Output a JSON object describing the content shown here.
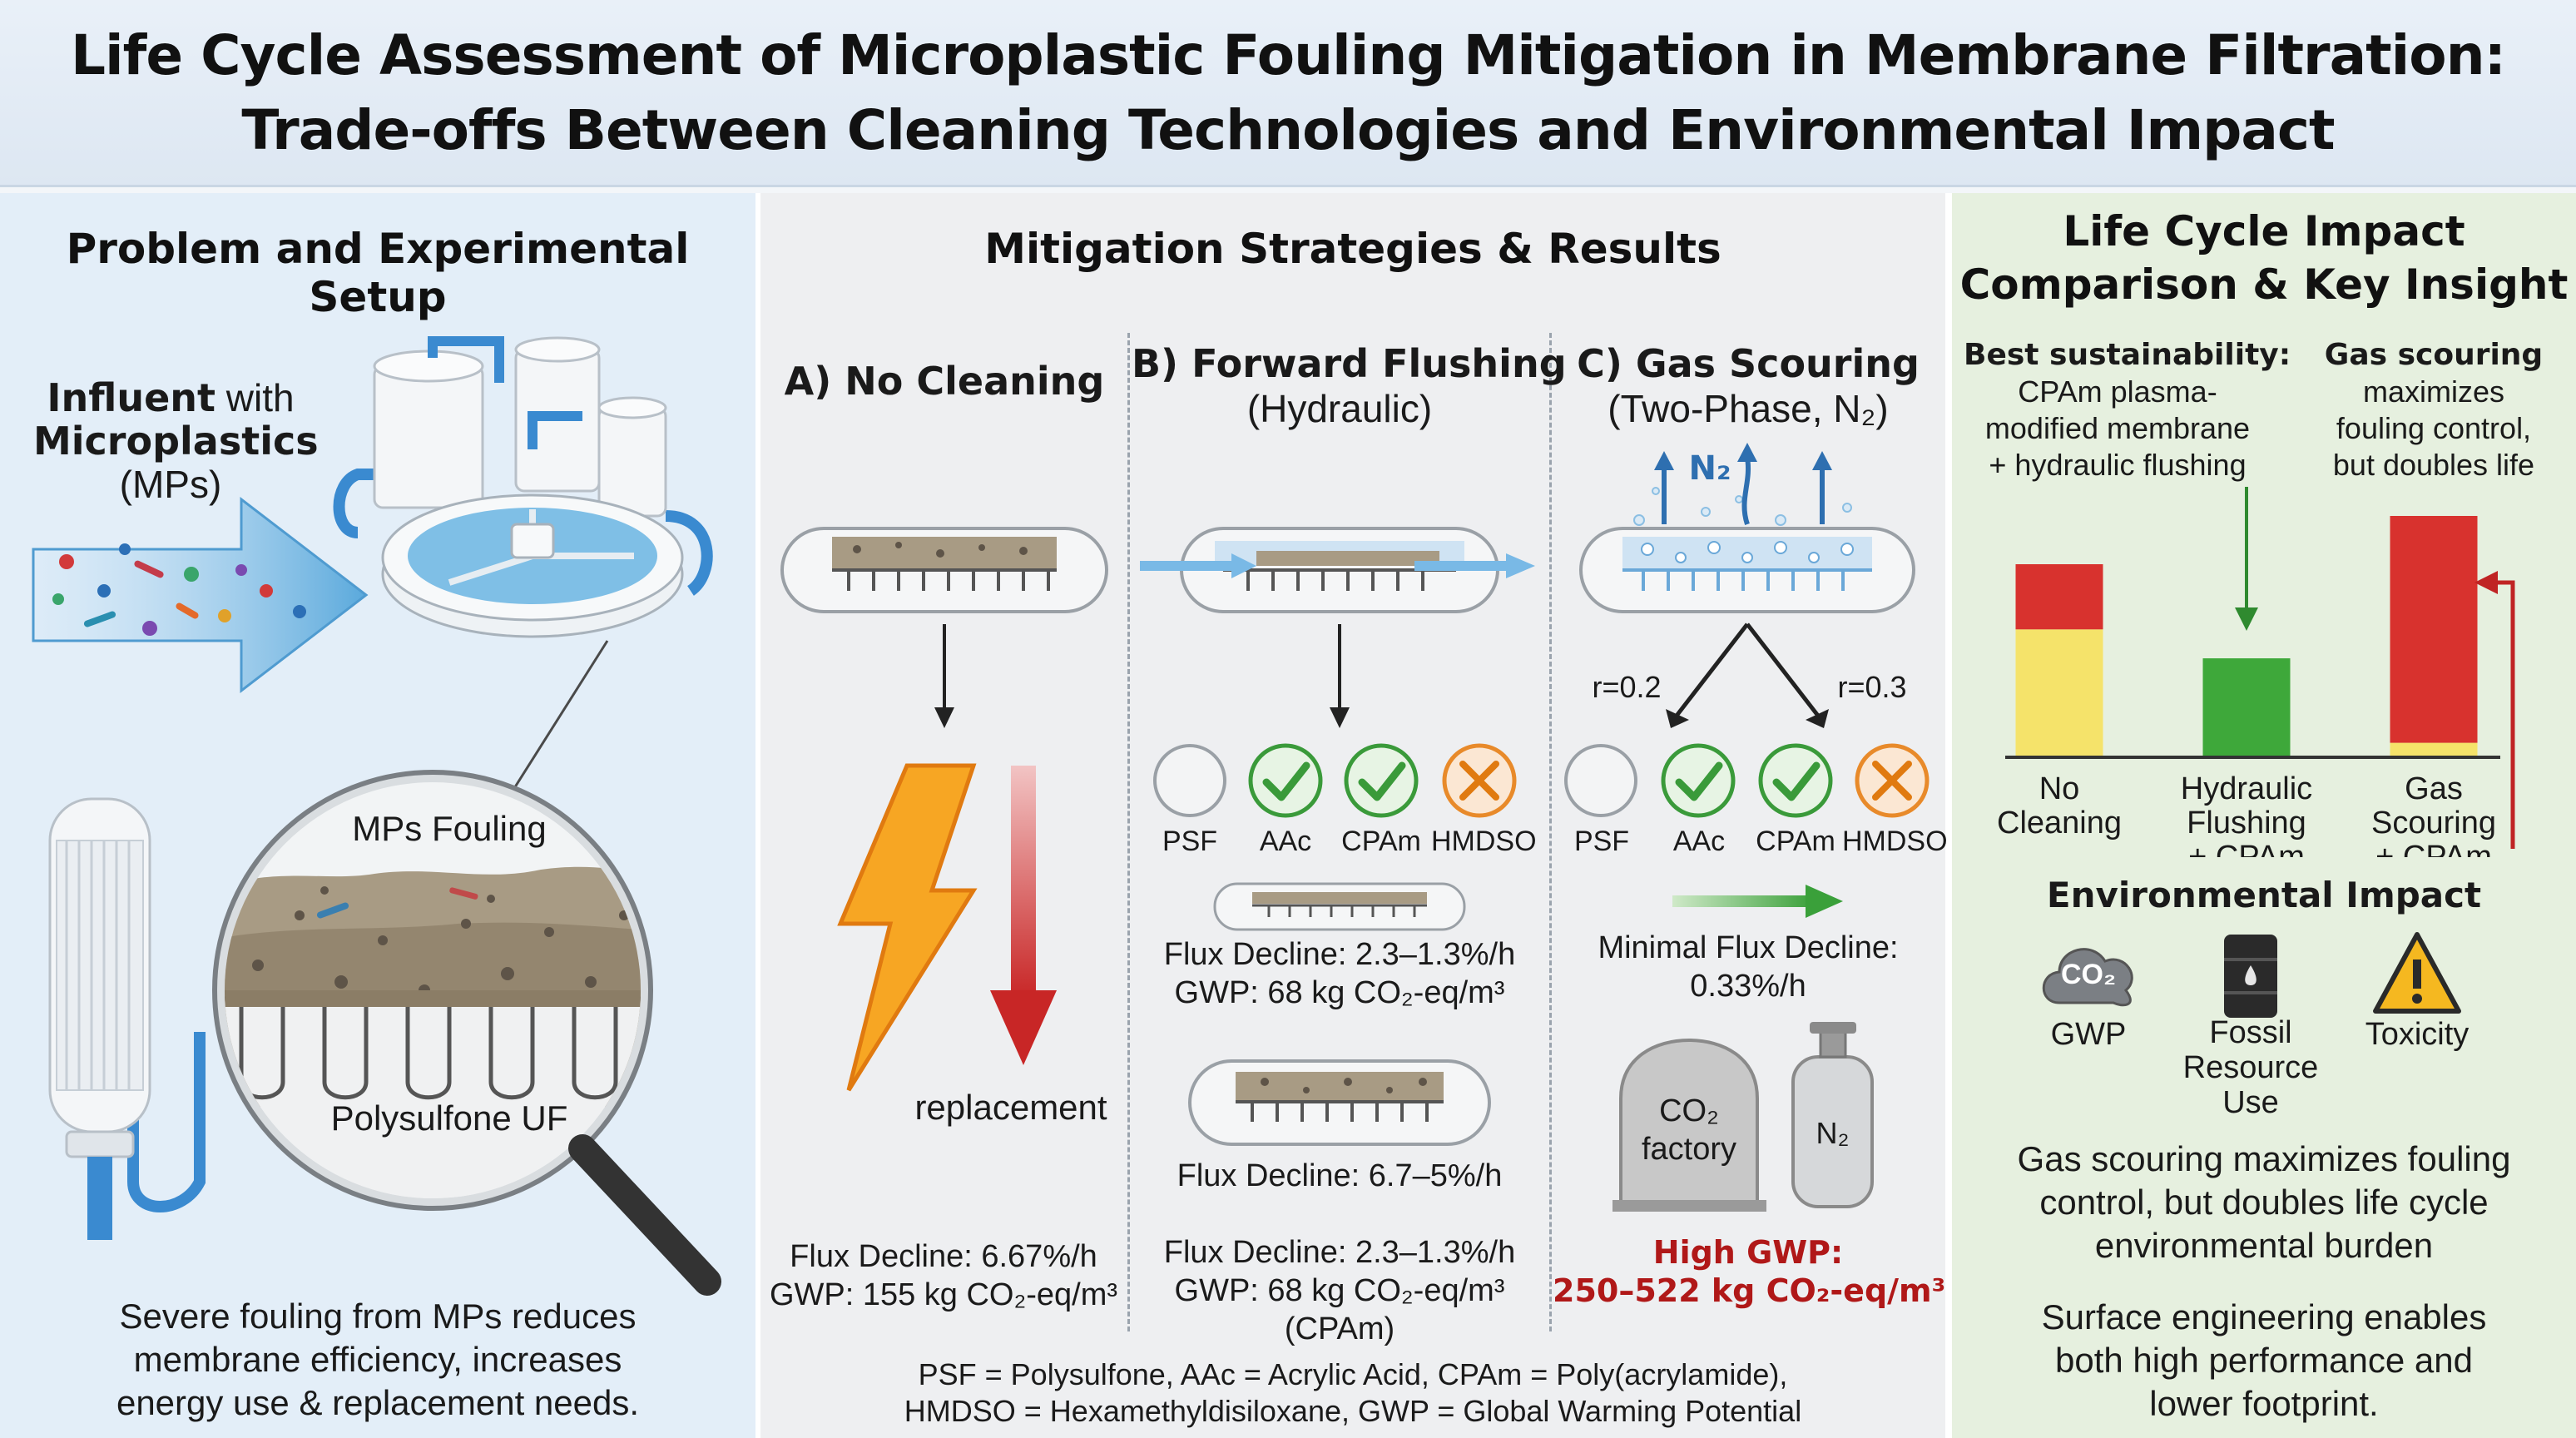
{
  "title": {
    "line1": "Life Cycle Assessment of Microplastic Fouling Mitigation in Membrane Filtration:",
    "line2": "Trade-offs Between Cleaning Technologies and Environmental Impact"
  },
  "left": {
    "heading": "Problem and Experimental Setup",
    "influent_bold1": "Influent",
    "influent_rest1": " with",
    "influent_bold2": "Microplastics",
    "influent_line3": "(MPs)",
    "fouling_label": "MPs Fouling",
    "membrane_label": "Polysulfone UF",
    "summary_l1": "Severe fouling from MPs reduces",
    "summary_l2": "membrane efficiency, increases",
    "summary_l3": "energy use & replacement needs."
  },
  "mid": {
    "heading": "Mitigation Strategies & Results",
    "a_title": "A) No Cleaning",
    "a_replacement": "replacement",
    "a_flux": "Flux Decline: 6.67%/h",
    "a_gwp": "GWP: 155 kg CO₂-eq/m³",
    "b_title": "B) Forward Flushing",
    "b_sub": "(Hydraulic)",
    "b_flux1": "Flux Decline: 2.3–1.3%/h",
    "b_gwp1": "GWP: 68 kg CO₂-eq/m³",
    "b_flux2": "Flux Decline: 6.7–5%/h",
    "b_flux3": "Flux Decline: 2.3–1.3%/h",
    "b_gwp3": "GWP: 68 kg CO₂-eq/m³",
    "b_cpam": "(CPAm)",
    "c_title": "C) Gas Scouring",
    "c_sub": "(Two-Phase, N₂)",
    "c_n2": "N₂",
    "c_r1": "r=0.2",
    "c_r2": "r=0.3",
    "c_flux_l1": "Minimal Flux Decline:",
    "c_flux_l2": "0.33%/h",
    "c_tomb_l1": "CO₂",
    "c_tomb_l2": "factory",
    "c_cyl": "N₂",
    "c_gwp_l1": "High GWP:",
    "c_gwp_l2": "250–522 kg CO₂-eq/m³",
    "materials": [
      "PSF",
      "AAc",
      "CPAm",
      "HMDSO"
    ],
    "footnote_l1": "PSF = Polysulfone, AAc = Acrylic Acid, CPAm = Poly(acrylamide),",
    "footnote_l2": "HMDSO = Hexamethyldisiloxane, GWP = Global Warming Potential"
  },
  "right": {
    "heading_l1": "Life Cycle Impact",
    "heading_l2": "Comparison & Key Insight",
    "best_title": "Best sustainability:",
    "best_l1": "CPAm plasma-",
    "best_l2": "modified membrane",
    "best_l3": "+ hydraulic flushing",
    "gas_title": "Gas scouring",
    "gas_l1": "maximizes",
    "gas_l2": "fouling control,",
    "gas_l3": "but doubles life",
    "env_heading": "Environmental Impact",
    "icon_labels": [
      "GWP",
      "Fossil",
      "Resource",
      "Use",
      "Toxicity"
    ],
    "icon_co2": "CO₂",
    "insight1_l1": "Gas scouring maximizes fouling",
    "insight1_l2": "control, but doubles life cycle",
    "insight1_l3": "environmental burden",
    "insight2_l1": "Surface engineering enables",
    "insight2_l2": "both high performance and",
    "insight2_l3": "lower footprint."
  },
  "chart_data": {
    "type": "bar",
    "categories": [
      "No Cleaning",
      "Hydraulic Flushing + CPAm",
      "Gas Scouring + CPAm"
    ],
    "category_lines": [
      [
        "No",
        "Cleaning"
      ],
      [
        "Hydraulic",
        "Flushing",
        "+ CPAm"
      ],
      [
        "Gas",
        "Scouring",
        "+ CPAm"
      ]
    ],
    "series": [
      {
        "color": "#f5e36a",
        "values": [
          0.53,
          0,
          0.06
        ]
      },
      {
        "color": "#d8322e",
        "values": [
          0.27,
          0,
          0.94
        ]
      },
      {
        "color": "#3ea83a",
        "values": [
          0,
          0.41,
          0
        ]
      }
    ],
    "ylim": [
      0,
      1
    ],
    "stacked": true,
    "axes_shown": false
  }
}
